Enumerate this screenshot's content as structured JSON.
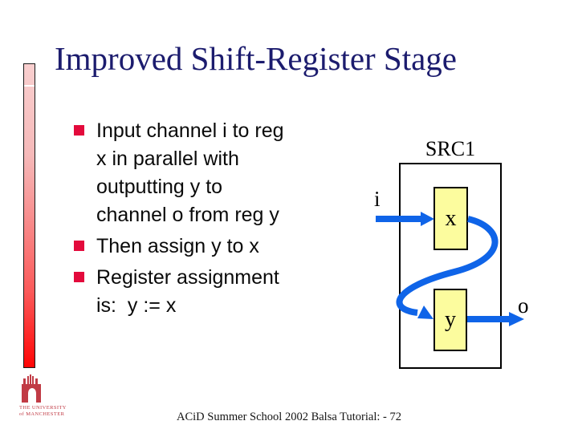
{
  "slide": {
    "title": "Improved Shift-Register Stage",
    "footer": "ACiD Summer School 2002 Balsa Tutorial: - 72"
  },
  "bullets": [
    {
      "lines": [
        "Input channel i to reg",
        "x in parallel with",
        "outputting y to",
        "channel o from reg y"
      ]
    },
    {
      "lines": [
        "Then assign y to x"
      ]
    },
    {
      "lines": [
        "Register assignment",
        "is:  y := x"
      ]
    }
  ],
  "diagram": {
    "block_label": "SRC1",
    "register_x_label": "x",
    "register_y_label": "y",
    "input_channel_label": "i",
    "output_channel_label": "o"
  },
  "logo": {
    "line1": "THE UNIVERSITY",
    "line2": "of MANCHESTER"
  },
  "colors": {
    "title_navy": "#1c1c6e",
    "bullet_red": "#e30a3c",
    "arrow_blue": "#0f64e8",
    "register_yellow": "#fcfc9e",
    "bar_top": "#f9cfcf",
    "bar_bottom": "#ff0505",
    "logo_red": "#c13b45",
    "body_text": "#0a0a0a"
  }
}
